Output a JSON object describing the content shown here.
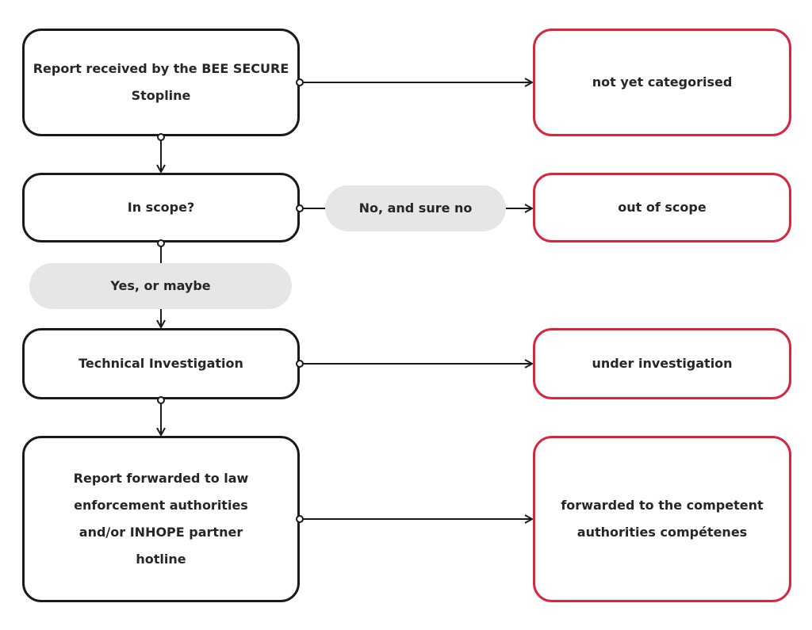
{
  "process_steps": {
    "report_received": "Report received by the BEE SECURE\nStopline",
    "in_scope": "In scope?",
    "technical_investigation": "Technical Investigation",
    "report_forwarded": "Report forwarded to law\nenforcement authorities\nand/or INHOPE partner\nhotline"
  },
  "decision_labels": {
    "no": "No, and sure no",
    "yes": "Yes, or maybe"
  },
  "statuses": {
    "not_yet_categorised": "not yet categorised",
    "out_of_scope": "out of scope",
    "under_investigation": "under investigation",
    "forwarded": "forwarded to the competent\nauthorities compétenes"
  },
  "colors": {
    "step_border": "#1a1a1a",
    "status_border": "#d7263d",
    "pill_fill": "#e6e6e6",
    "text": "#262626"
  }
}
